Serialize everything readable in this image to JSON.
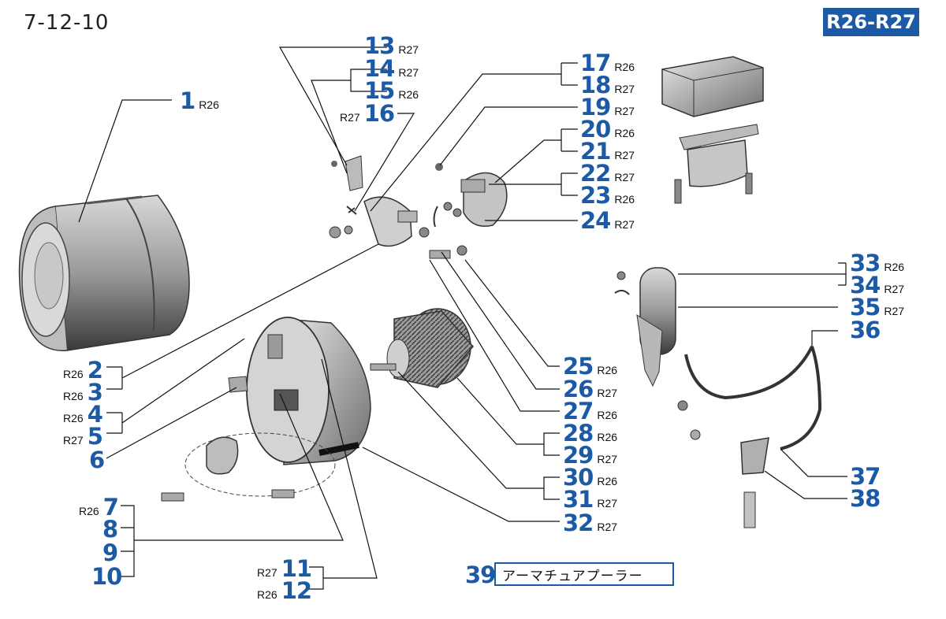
{
  "page_number": "7-12-10",
  "model_badge": "R26-R27",
  "tool_label": "アーマチュアプーラー",
  "callouts": [
    {
      "num": "1",
      "model": "R26"
    },
    {
      "num": "2",
      "model": "R26"
    },
    {
      "num": "3",
      "model": "R26"
    },
    {
      "num": "4",
      "model": "R26"
    },
    {
      "num": "5",
      "model": "R27"
    },
    {
      "num": "6",
      "model": ""
    },
    {
      "num": "7",
      "model": "R26"
    },
    {
      "num": "8",
      "model": ""
    },
    {
      "num": "9",
      "model": ""
    },
    {
      "num": "10",
      "model": ""
    },
    {
      "num": "11",
      "model": "R27"
    },
    {
      "num": "12",
      "model": "R26"
    },
    {
      "num": "13",
      "model": "R27"
    },
    {
      "num": "14",
      "model": "R27"
    },
    {
      "num": "15",
      "model": "R26"
    },
    {
      "num": "16",
      "model": "R27"
    },
    {
      "num": "17",
      "model": "R26"
    },
    {
      "num": "18",
      "model": "R27"
    },
    {
      "num": "19",
      "model": "R27"
    },
    {
      "num": "20",
      "model": "R26"
    },
    {
      "num": "21",
      "model": "R27"
    },
    {
      "num": "22",
      "model": "R27"
    },
    {
      "num": "23",
      "model": "R26"
    },
    {
      "num": "24",
      "model": "R27"
    },
    {
      "num": "25",
      "model": "R26"
    },
    {
      "num": "26",
      "model": "R27"
    },
    {
      "num": "27",
      "model": "R26"
    },
    {
      "num": "28",
      "model": "R26"
    },
    {
      "num": "29",
      "model": "R27"
    },
    {
      "num": "30",
      "model": "R26"
    },
    {
      "num": "31",
      "model": "R27"
    },
    {
      "num": "32",
      "model": "R27"
    },
    {
      "num": "33",
      "model": "R26"
    },
    {
      "num": "34",
      "model": "R27"
    },
    {
      "num": "35",
      "model": "R27"
    },
    {
      "num": "36",
      "model": ""
    },
    {
      "num": "37",
      "model": ""
    },
    {
      "num": "38",
      "model": ""
    },
    {
      "num": "39",
      "model": ""
    }
  ],
  "colors": {
    "accent": "#1c5aa6",
    "ink": "#111111"
  }
}
